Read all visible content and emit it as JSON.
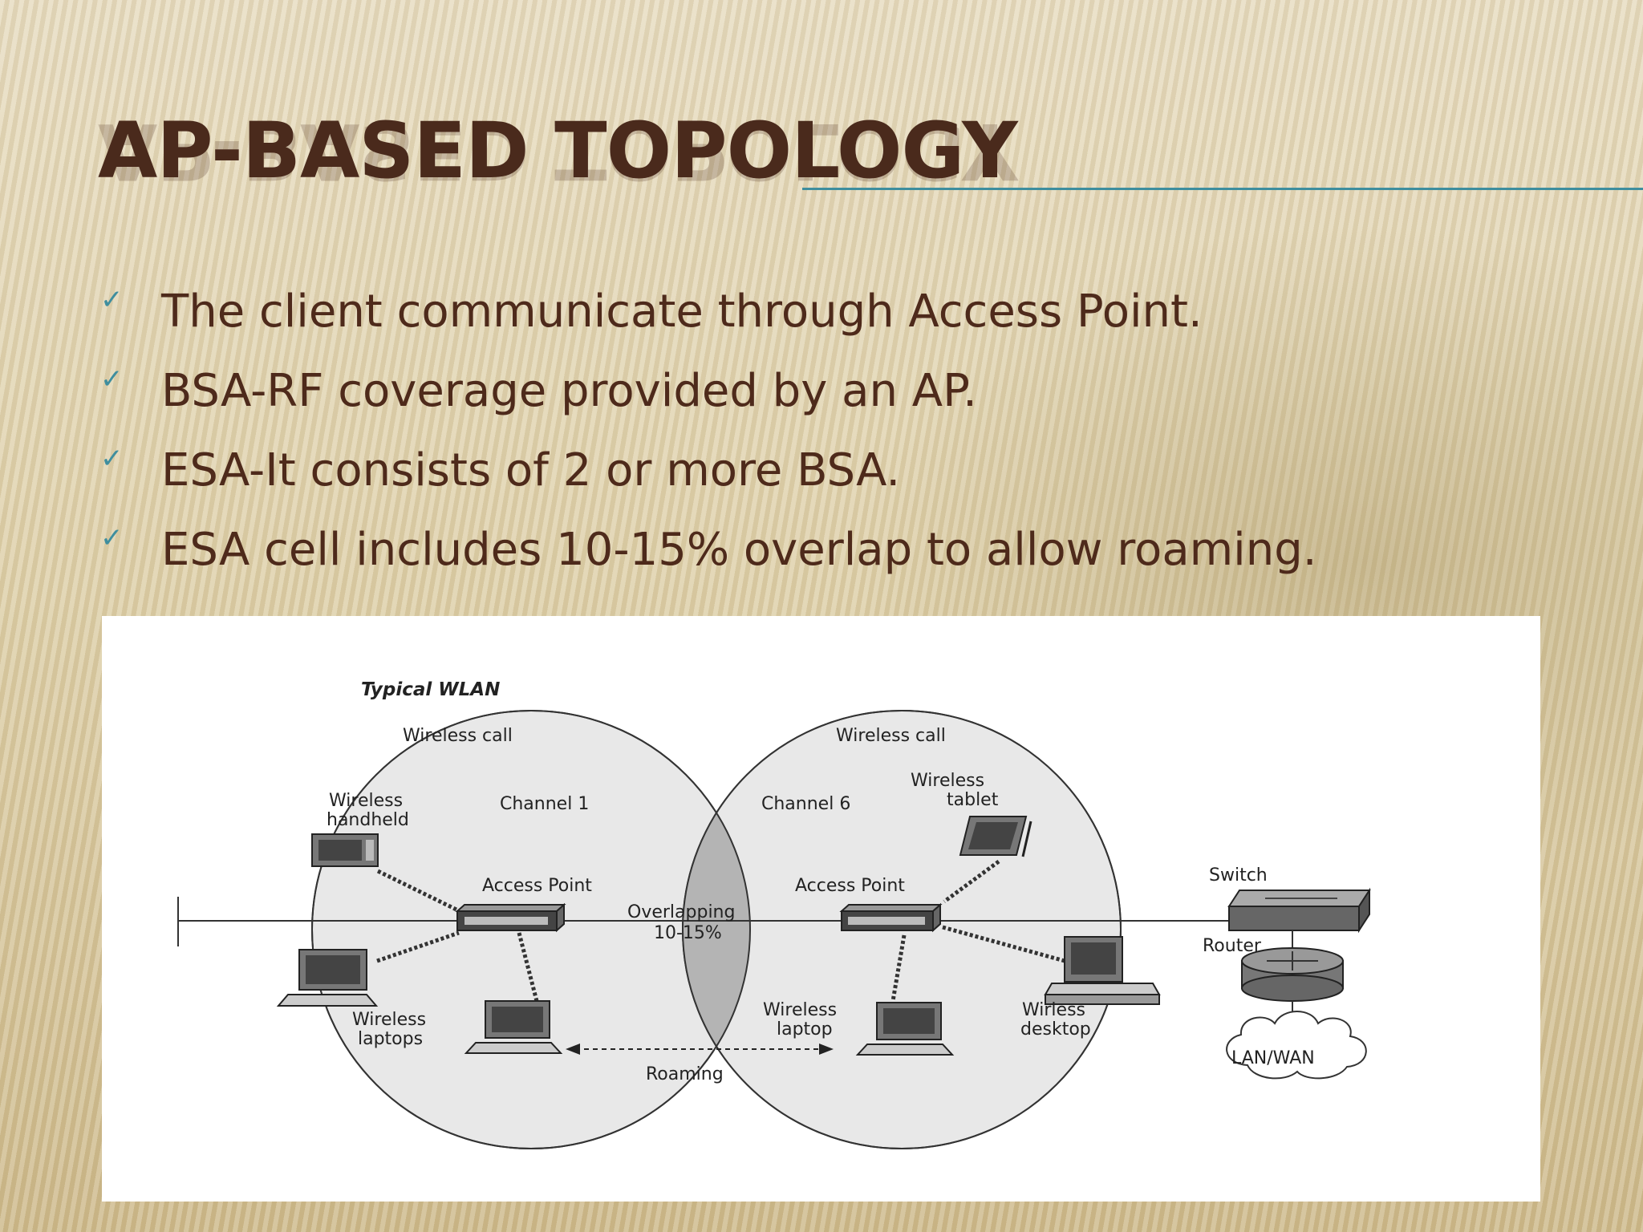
{
  "slide": {
    "title": "AP-BASED TOPOLOGY",
    "bullets": [
      "The client communicate through Access Point.",
      "BSA-RF coverage provided by an AP.",
      "ESA-It consists of 2 or more BSA.",
      "ESA cell includes 10-15% overlap to allow roaming."
    ]
  },
  "diagram": {
    "title": "Typical WLAN",
    "left_cell": {
      "cell_label": "Wireless call",
      "channel": "Channel 1",
      "handheld_line1": "Wireless",
      "handheld_line2": "handheld",
      "ap_label": "Access Point",
      "laptops_line1": "Wireless",
      "laptops_line2": "laptops"
    },
    "right_cell": {
      "cell_label": "Wireless call",
      "channel": "Channel 6",
      "tablet_line1": "Wireless",
      "tablet_line2": "tablet",
      "ap_label": "Access Point",
      "laptop_line1": "Wireless",
      "laptop_line2": "laptop",
      "desktop_line1": "Wirless",
      "desktop_line2": "desktop"
    },
    "overlap_line1": "Overlapping",
    "overlap_line2": "10-15%",
    "roaming": "Roaming",
    "switch": "Switch",
    "router": "Router",
    "lanwan": "LAN/WAN"
  }
}
